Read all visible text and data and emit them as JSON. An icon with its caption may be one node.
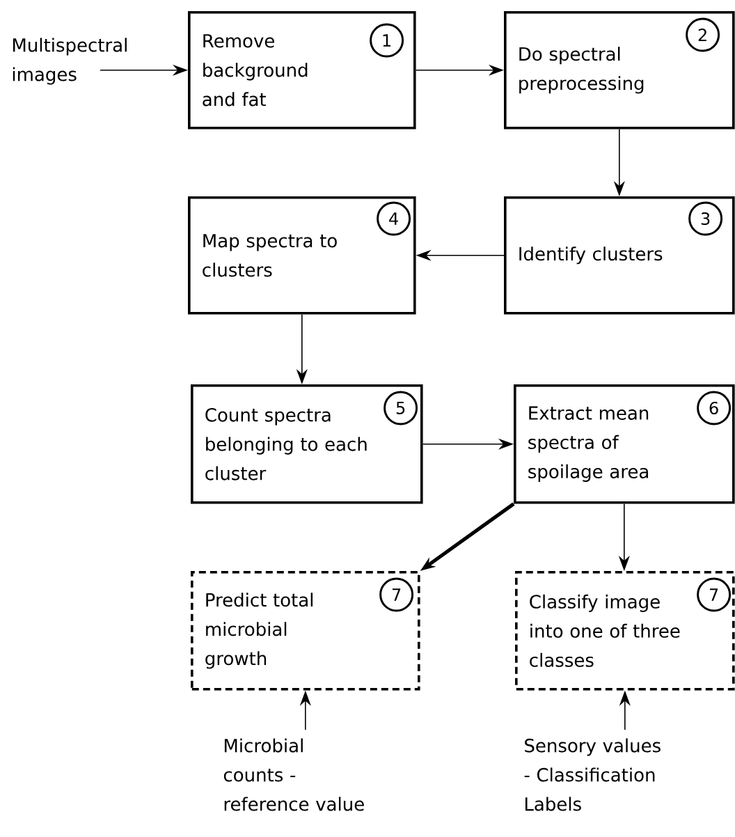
{
  "diagram": {
    "nodes": [
      {
        "text": [
          "Multispectral images"
        ]
      },
      {
        "text": [
          "Remove background and fat"
        ]
      },
      {
        "text": [
          "1"
        ],
        "in": 1
      },
      {
        "text": [
          "Do spectral preprocessing"
        ]
      },
      {
        "text": [
          "2"
        ],
        "in": 3
      },
      {
        "text": [
          "Map spectra to clusters"
        ]
      },
      {
        "text": [
          "4"
        ],
        "in": 5
      },
      {
        "text": [
          "Identify clusters"
        ]
      },
      {
        "text": [
          "3"
        ],
        "in": 7
      },
      {
        "text": [
          "Count spectra belonging to each cluster"
        ]
      },
      {
        "text": [
          "5"
        ],
        "in": 9
      },
      {
        "text": [
          "Extract mean spectra of spoilage area"
        ]
      },
      {
        "text": [
          "6"
        ],
        "in": 11
      },
      {
        "text": [
          "Predict total microbial growth"
        ]
      },
      {
        "text": [
          "7"
        ],
        "in": 13
      },
      {
        "text": [
          "Classify image into one of three classes"
        ]
      },
      {
        "text": [
          "7"
        ],
        "in": 15
      },
      {
        "text": [
          "Microbial counts - reference value"
        ]
      },
      {
        "text": [
          "Sensory values - Classification Labels"
        ]
      }
    ],
    "edges": [
      {
        "from": 0,
        "to": 1,
        "arrow": "to"
      },
      {
        "from": 1,
        "to": 3,
        "arrow": "to"
      },
      {
        "from": 3,
        "to": 7,
        "arrow": "to"
      },
      {
        "from": 7,
        "to": 5,
        "arrow": "to"
      },
      {
        "from": 5,
        "to": 9,
        "arrow": "to"
      },
      {
        "from": 9,
        "to": 11,
        "arrow": "to"
      },
      {
        "from": 11,
        "to": 13,
        "arrow": "to",
        "style": "thick"
      },
      {
        "from": 11,
        "to": 15,
        "arrow": "to"
      },
      {
        "from": 17,
        "to": 13,
        "arrow": "to"
      },
      {
        "from": 18,
        "to": 15,
        "arrow": "to"
      }
    ]
  }
}
